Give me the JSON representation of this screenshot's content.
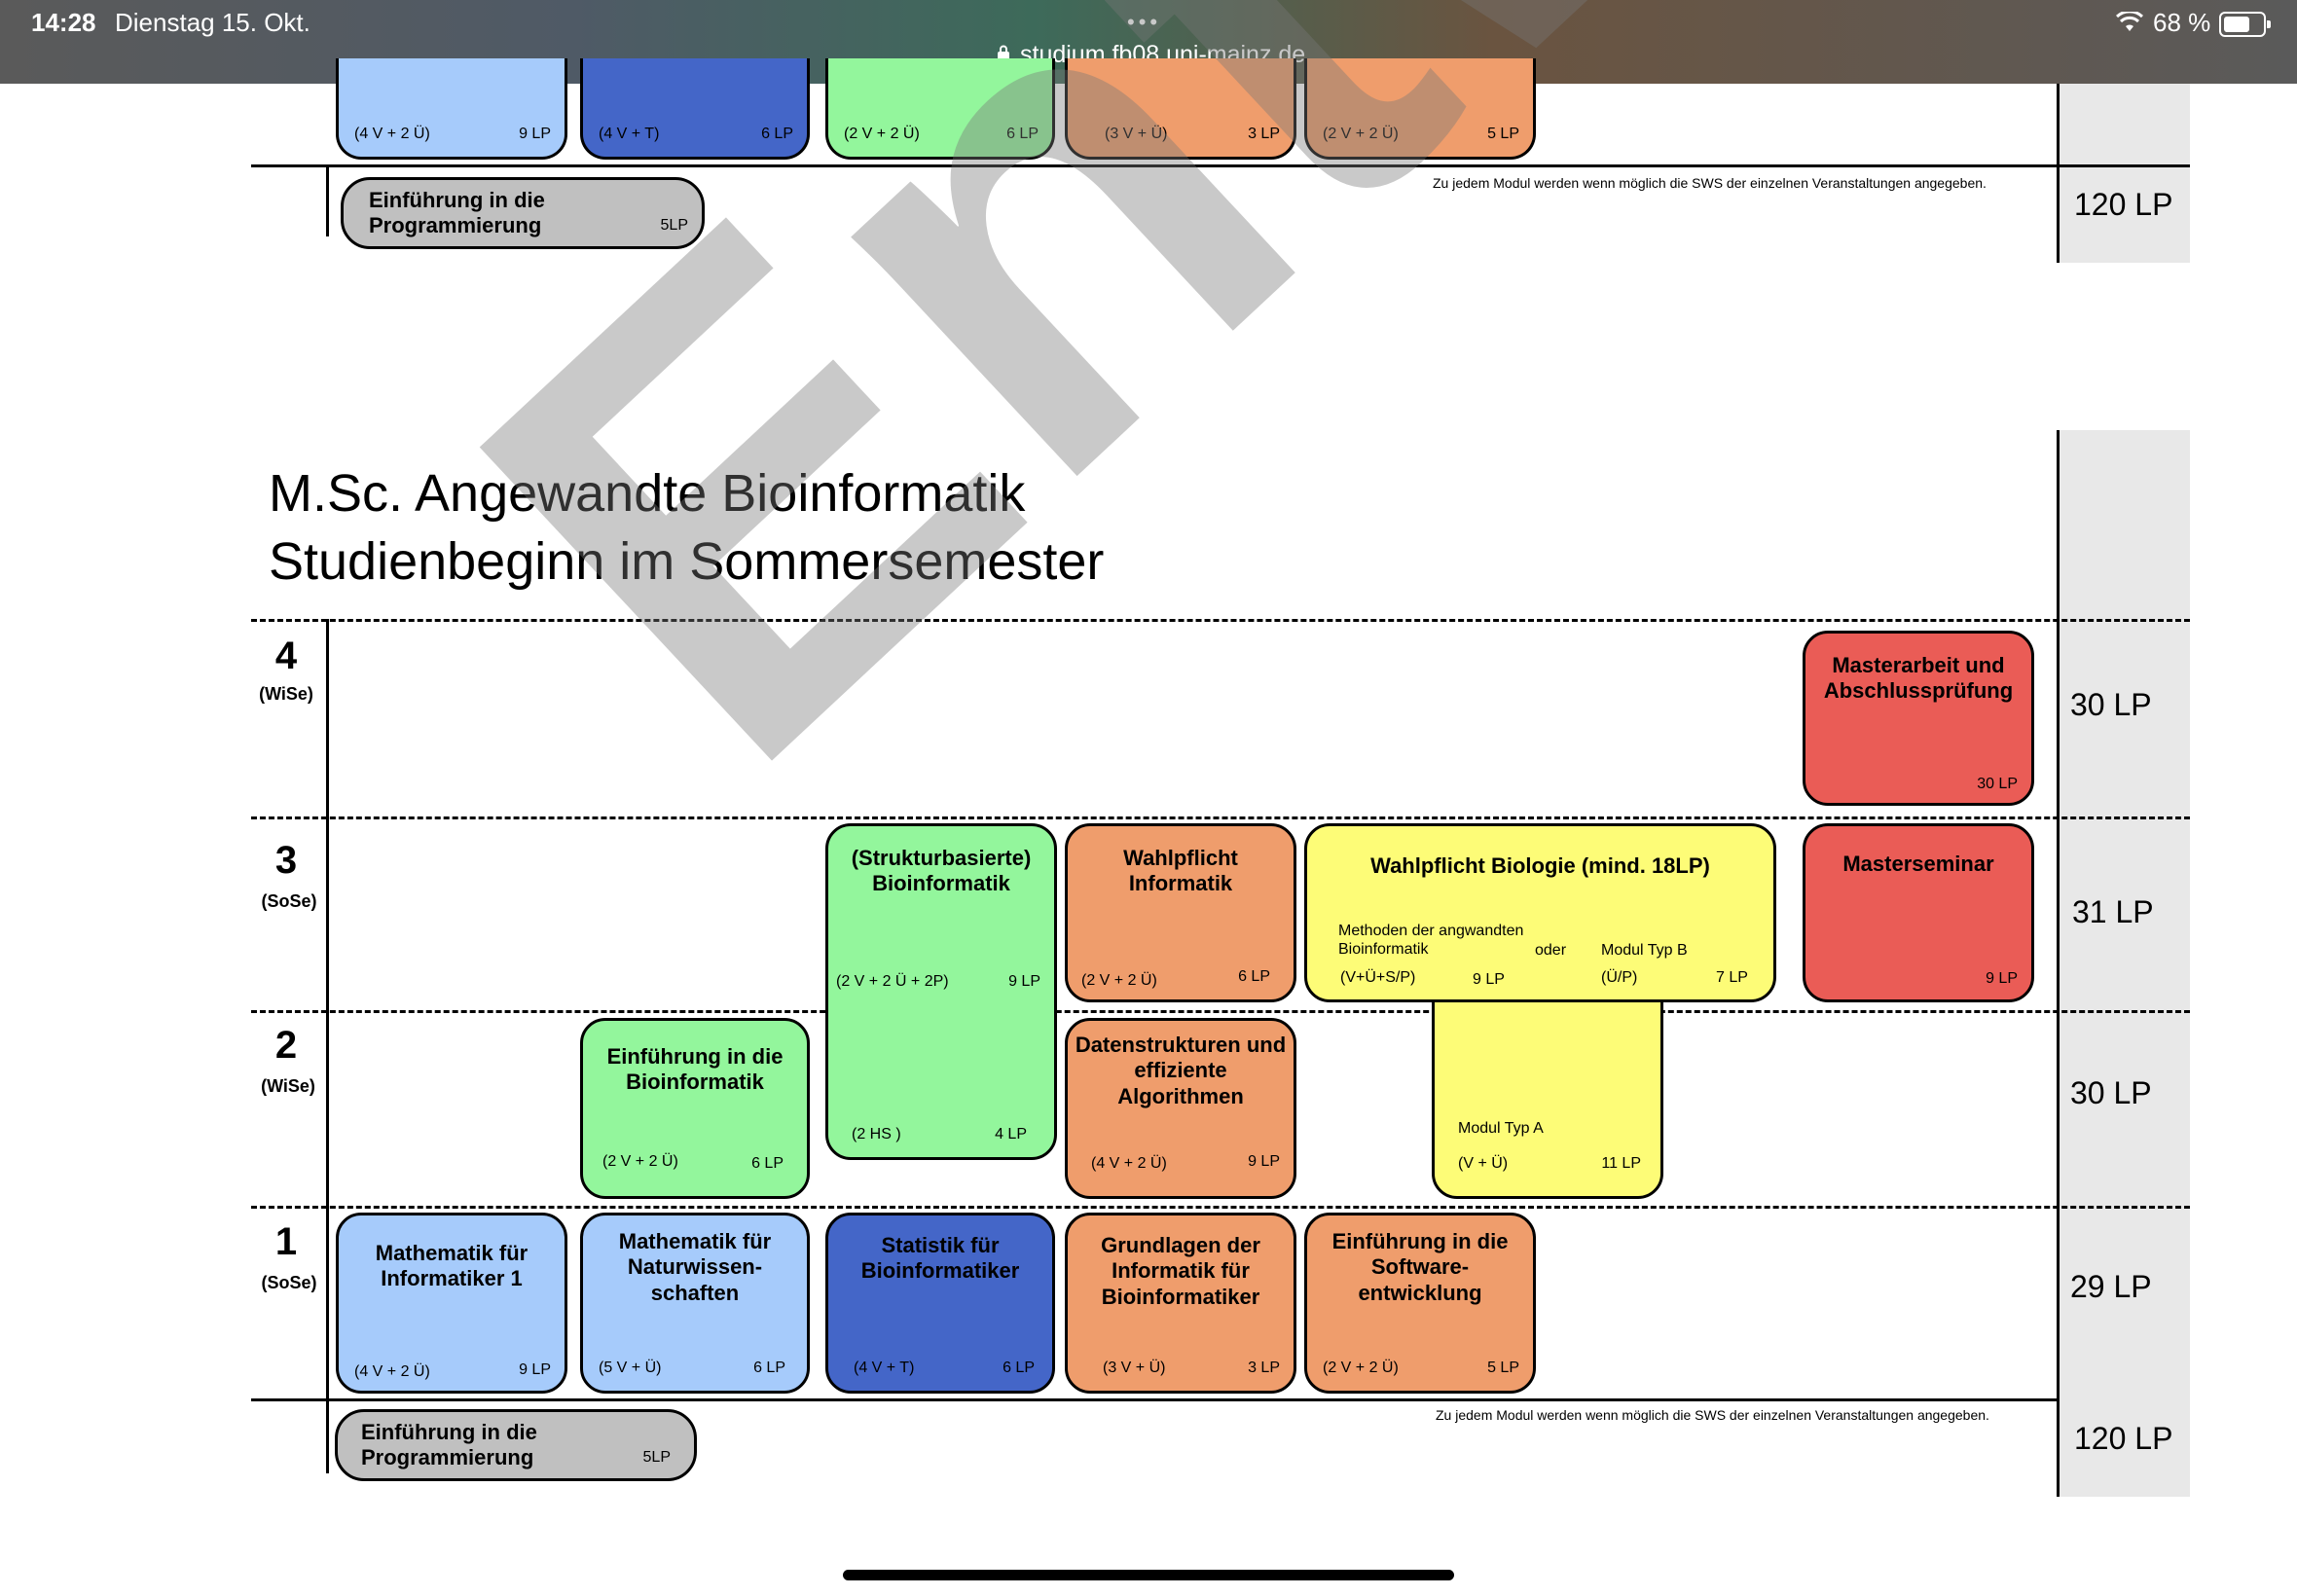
{
  "status_bar": {
    "time": "14:28",
    "date": "Dienstag 15. Okt.",
    "url": "studium.fb08.uni-mainz.de",
    "battery": "68 %",
    "battery_level": 0.68
  },
  "top_fragment": {
    "modules": [
      {
        "sws": "(4 V + 2 Ü)",
        "lp": "9 LP",
        "color": "#a6cbfb"
      },
      {
        "sws": "(4 V + T)",
        "lp": "6 LP",
        "color": "#4466c8"
      },
      {
        "sws": "(2 V + 2 Ü)",
        "lp": "6 LP",
        "color": "#93f69c"
      },
      {
        "sws": "(3 V + Ü)",
        "lp": "3 LP",
        "color": "#ef9d6c"
      },
      {
        "sws": "(2 V + 2 Ü)",
        "lp": "5 LP",
        "color": "#ef9d6c"
      }
    ],
    "prog_module": {
      "title": "Einführung in die Programmierung",
      "lp": "5LP"
    },
    "note": "Zu jedem Modul werden wenn möglich die SWS der einzelnen Veranstaltungen angegeben.",
    "total": "120 LP"
  },
  "plan": {
    "title_line1": "M.Sc. Angewandte Bioinformatik",
    "title_line2": "Studienbeginn im Sommersemester",
    "watermark": "Entwurf",
    "semesters": [
      {
        "num": "4",
        "term": "(WiSe)",
        "lp": "30 LP"
      },
      {
        "num": "3",
        "term": "(SoSe)",
        "lp": "31 LP"
      },
      {
        "num": "2",
        "term": "(WiSe)",
        "lp": "30 LP"
      },
      {
        "num": "1",
        "term": "(SoSe)",
        "lp": "29 LP"
      }
    ],
    "modules": {
      "masterarbeit": {
        "title": "Masterarbeit und Abschlussprüfung",
        "lp": "30 LP"
      },
      "strukturbasierte": {
        "title": "(Strukturbasierte) Bioinformatik",
        "sws": "(2 V + 2 Ü + 2P)",
        "lp": "9 LP",
        "sws2": "(2 HS )",
        "lp2": "4 LP"
      },
      "wahlpflicht_inf": {
        "title": "Wahlpflicht Informatik",
        "sws": "(2 V + 2 Ü)",
        "lp": "6 LP"
      },
      "wahlpflicht_bio": {
        "title": "Wahlpflicht Biologie (mind. 18LP)",
        "methoden": "Methoden der angwandten Bioinformatik",
        "oder": "oder",
        "typ_b": "Modul Typ B",
        "sws_a": "(V+Ü+S/P)",
        "lp_a": "9 LP",
        "sws_b": "(Ü/P)",
        "lp_b": "7 LP",
        "typ_a": "Modul Typ A",
        "sws_typ_a": "(V + Ü)",
        "lp_typ_a": "11 LP"
      },
      "masterseminar": {
        "title": "Masterseminar",
        "lp": "9 LP"
      },
      "einf_bioinf": {
        "title": "Einführung in die Bioinformatik",
        "sws": "(2 V + 2 Ü)",
        "lp": "6 LP"
      },
      "datenstrukturen": {
        "title": "Datenstrukturen und effiziente Algorithmen",
        "sws": "(4 V + 2 Ü)",
        "lp": "9 LP"
      },
      "mathe_inf": {
        "title": "Mathematik für Informatiker 1",
        "sws": "(4 V + 2 Ü)",
        "lp": "9 LP"
      },
      "mathe_nat": {
        "title": "Mathematik für Naturwissen-schaften",
        "sws": "(5 V + Ü)",
        "lp": "6 LP"
      },
      "statistik": {
        "title": "Statistik für Bioinformatiker",
        "sws": "(4 V + T)",
        "lp": "6 LP"
      },
      "grundlagen_inf": {
        "title": "Grundlagen der Informatik für Bioinformatiker",
        "sws": "(3 V + Ü)",
        "lp": "3 LP"
      },
      "einf_software": {
        "title": "Einführung in die Software-entwicklung",
        "sws": "(2 V + 2 Ü)",
        "lp": "5 LP"
      },
      "programmierung": {
        "title": "Einführung in die Programmierung",
        "lp": "5LP"
      }
    },
    "note": "Zu jedem Modul werden wenn möglich die SWS der einzelnen Veranstaltungen angegeben.",
    "total": "120 LP"
  },
  "colors": {
    "light_blue": "#a6cbfb",
    "dark_blue": "#4466c8",
    "green": "#93f69c",
    "orange": "#ef9d6c",
    "yellow": "#fdfc77",
    "red": "#ea5c56",
    "grey": "#c0c0c0"
  }
}
